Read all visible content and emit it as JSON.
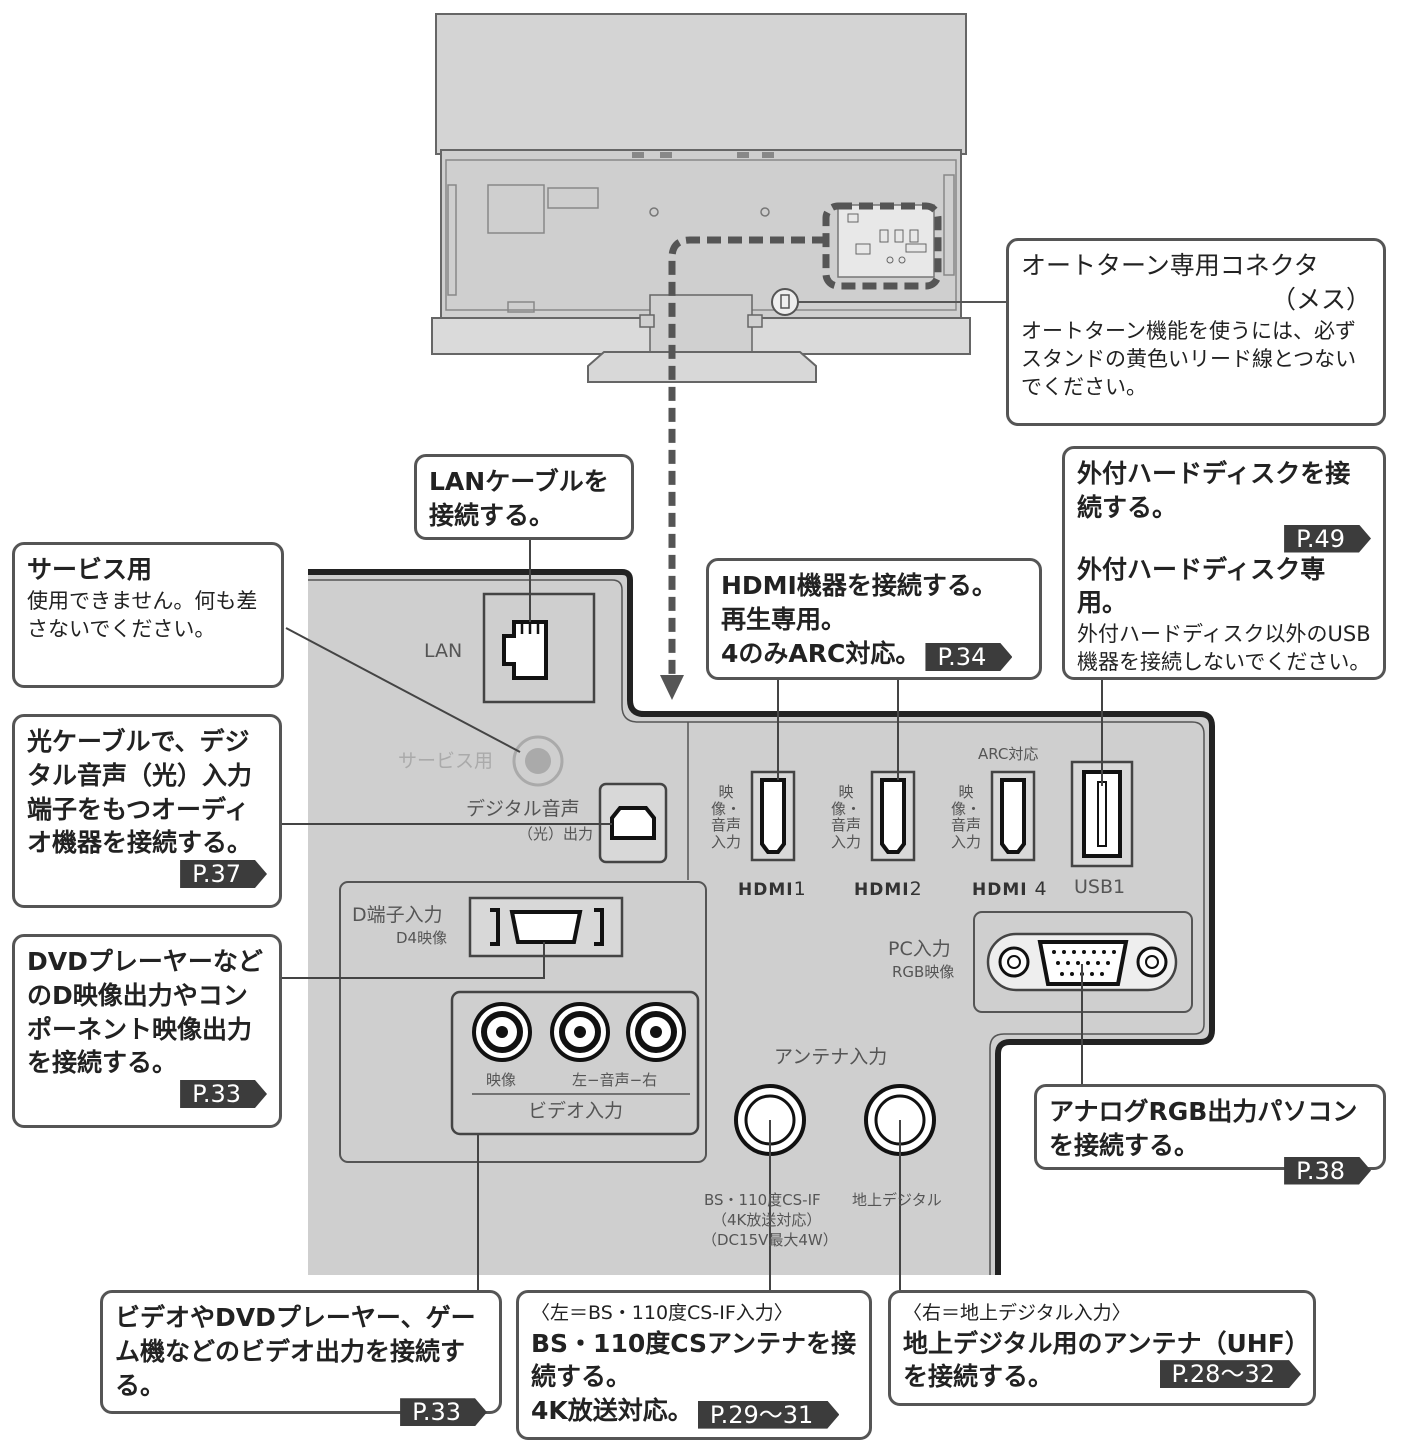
{
  "callouts": {
    "autoturn": {
      "title": "オートターン専用コネクタ",
      "title2": "（メス）",
      "body": "オートターン機能を使うには、必ずスタンドの黄色いリード線とつないでください。"
    },
    "lan": {
      "title": "LANケーブルを接続する。"
    },
    "service": {
      "title": "サービス用",
      "body": "使用できません。何も差さないでください。"
    },
    "optical": {
      "title": "光ケーブルで、デジタル音声（光）入力端子をもつオーディオ機器を接続する。",
      "ref": "P.37"
    },
    "dterminal": {
      "title": "DVDプレーヤーなどのD映像出力やコンポーネント映像出力を接続する。",
      "ref": "P.33"
    },
    "hdmi": {
      "line1": "HDMI機器を接続する。",
      "line2": "再生専用。",
      "line3": "4のみARC対応。",
      "ref": "P.34"
    },
    "usb": {
      "title": "外付ハードディスクを接続する。",
      "ref": "P.49",
      "title2": "外付ハードディスク専用。",
      "body": "外付ハードディスク以外のUSB機器を接続しないでください。"
    },
    "pc": {
      "title": "アナログRGB出力パソコンを接続する。",
      "ref": "P.38"
    },
    "video": {
      "title": "ビデオやDVDプレーヤー、ゲーム機などのビデオ出力を接続する。",
      "ref": "P.33"
    },
    "bs": {
      "note": "〈左＝BS・110度CS-IF入力〉",
      "title": "BS・110度CSアンテナを接続する。",
      "line2": "4K放送対応。",
      "ref": "P.29〜31"
    },
    "terrestrial": {
      "note": "〈右＝地上デジタル入力〉",
      "title": "地上デジタル用のアンテナ（UHF）を接続する。",
      "ref": "P.28〜32"
    }
  },
  "panel": {
    "lan": "LAN",
    "service": "サービス用",
    "digital_audio": "デジタル音声",
    "digital_audio_sub": "（光）出力",
    "d_terminal": "D端子入力",
    "d_terminal_sub": "D4映像",
    "video_label": "映像",
    "audio_label": "左−音声−右",
    "video_input": "ビデオ入力",
    "hdmi_vlabel": "映像・音声入力",
    "hdmi_logo": "HDMI",
    "hdmi1": "1",
    "hdmi2": "2",
    "hdmi4": "4",
    "arc": "ARC対応",
    "usb": "USB1",
    "pc_input": "PC入力",
    "pc_sub": "RGB映像",
    "antenna": "アンテナ入力",
    "bs_label": "BS・110度CS-IF",
    "bs_sub1": "（4K放送対応）",
    "bs_sub2": "（DC15V最大4W）",
    "terrestrial_label": "地上デジタル"
  }
}
